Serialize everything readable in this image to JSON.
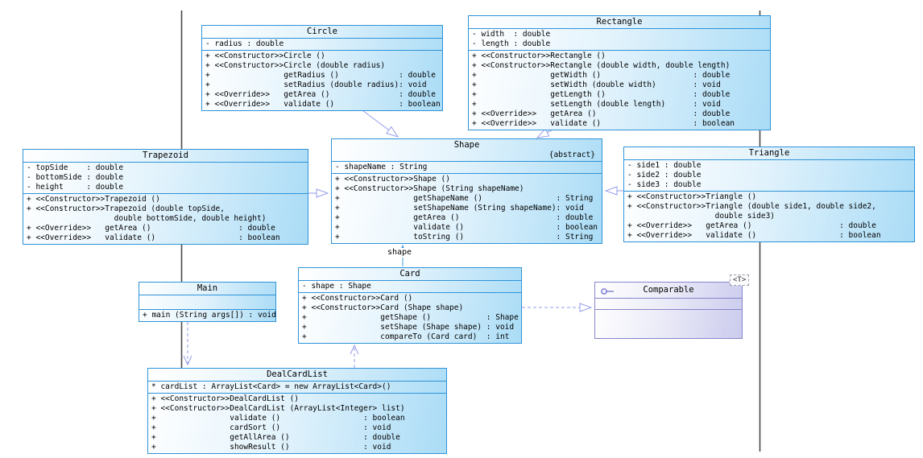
{
  "diagram": {
    "classes": [
      {
        "id": "circle",
        "name": "Circle",
        "attributes": [
          "- radius : double"
        ],
        "methods": [
          "+ <<Constructor>>Circle ()",
          "+ <<Constructor>>Circle (double radius)",
          "+                getRadius ()             : double",
          "+                setRadius (double radius): void",
          "+ <<Override>>   getArea ()               : double",
          "+ <<Override>>   validate ()              : boolean"
        ]
      },
      {
        "id": "rectangle",
        "name": "Rectangle",
        "attributes": [
          "- width  : double",
          "- length : double"
        ],
        "methods": [
          "+ <<Constructor>>Rectangle ()",
          "+ <<Constructor>>Rectangle (double width, double length)",
          "+                getWidth ()                    : double",
          "+                setWidth (double width)        : void",
          "+                getLength ()                   : double",
          "+                setLength (double length)      : void",
          "+ <<Override>>   getArea ()                     : double",
          "+ <<Override>>   validate ()                    : boolean"
        ]
      },
      {
        "id": "trapezoid",
        "name": "Trapezoid",
        "attributes": [
          "- topSide    : double",
          "- bottomSide : double",
          "- height     : double"
        ],
        "methods": [
          "+ <<Constructor>>Trapezoid ()",
          "+ <<Constructor>>Trapezoid (double topSide,",
          "                   double bottomSide, double height)",
          "+ <<Override>>   getArea ()                   : double",
          "+ <<Override>>   validate ()                  : boolean"
        ]
      },
      {
        "id": "shape",
        "name": "Shape",
        "tag": "{abstract}",
        "attributes": [
          "- shapeName : String"
        ],
        "methods": [
          "+ <<Constructor>>Shape ()",
          "+ <<Constructor>>Shape (String shapeName)",
          "+                getShapeName ()                : String",
          "+                setShapeName (String shapeName): void",
          "+                getArea ()                     : double",
          "+                validate ()                    : boolean",
          "+                toString ()                    : String"
        ]
      },
      {
        "id": "triangle",
        "name": "Triangle",
        "attributes": [
          "- side1 : double",
          "- side2 : double",
          "- side3 : double"
        ],
        "methods": [
          "+ <<Constructor>>Triangle ()",
          "+ <<Constructor>>Triangle (double side1, double side2,",
          "                   double side3)",
          "+ <<Override>>   getArea ()                   : double",
          "+ <<Override>>   validate ()                  : boolean"
        ]
      },
      {
        "id": "main",
        "name": "Main",
        "attributes": [],
        "methods": [
          "+ main (String args[]) : void"
        ]
      },
      {
        "id": "card",
        "name": "Card",
        "attributes": [
          "- shape : Shape"
        ],
        "methods": [
          "+ <<Constructor>>Card ()",
          "+ <<Constructor>>Card (Shape shape)",
          "+                getShape ()            : Shape",
          "+                setShape (Shape shape) : void",
          "+                compareTo (Card card)  : int"
        ]
      },
      {
        "id": "comparable",
        "name": "Comparable",
        "template_param": "<T>",
        "interface_lollipop": true,
        "attributes": [],
        "methods": []
      },
      {
        "id": "dealcardlist",
        "name": "DealCardList",
        "attributes": [
          "* cardList : ArrayList<Card> = new ArrayList<Card>()"
        ],
        "methods": [
          "+ <<Constructor>>DealCardList ()",
          "+ <<Constructor>>DealCardList (ArrayList<Integer> list)",
          "+                validate ()                  : boolean",
          "+                cardSort ()                  : void",
          "+                getAllArea ()                : double",
          "+                showResult ()                : void"
        ]
      }
    ],
    "labels": {
      "card_shape_association": "shape"
    },
    "relationships": [
      {
        "from": "Circle",
        "to": "Shape",
        "type": "generalization"
      },
      {
        "from": "Rectangle",
        "to": "Shape",
        "type": "generalization"
      },
      {
        "from": "Trapezoid",
        "to": "Shape",
        "type": "generalization"
      },
      {
        "from": "Triangle",
        "to": "Shape",
        "type": "generalization"
      },
      {
        "from": "Card",
        "to": "Shape",
        "type": "association",
        "label": "shape"
      },
      {
        "from": "Card",
        "to": "Comparable",
        "type": "realization"
      },
      {
        "from": "Main",
        "to": "DealCardList",
        "type": "dependency"
      },
      {
        "from": "DealCardList",
        "to": "Card",
        "type": "dependency"
      }
    ],
    "colors": {
      "class_border": "#2e93d8",
      "class_fill_end": "#aadcf6",
      "interface_border": "#8585cc",
      "interface_fill_end": "#cbcbee",
      "connector": "#959ce8",
      "association": "#4aa0e0",
      "frame_line": "#4a4a4a",
      "text": "#000000"
    }
  }
}
